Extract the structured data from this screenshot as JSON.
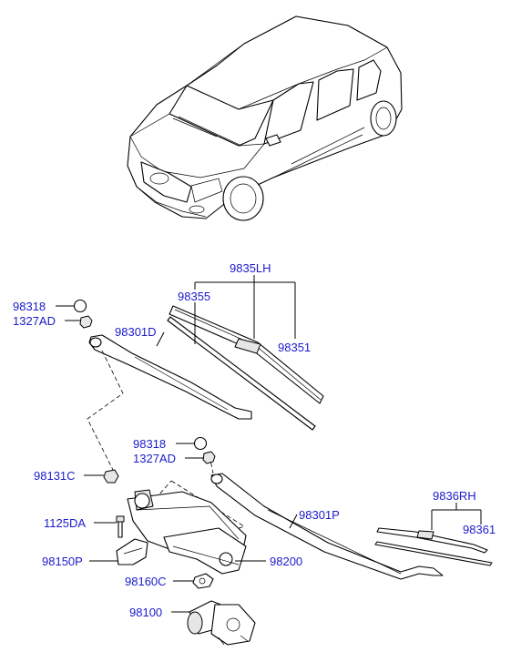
{
  "labels": {
    "l9835lh": "9835LH",
    "l98355": "98355",
    "l98351": "98351",
    "l98318a": "98318",
    "l1327ada": "1327AD",
    "l98301d": "98301D",
    "l98318b": "98318",
    "l1327adb": "1327AD",
    "l98131c": "98131C",
    "l1125da": "1125DA",
    "l98150p": "98150P",
    "l98160c": "98160C",
    "l98200": "98200",
    "l98100": "98100",
    "l98301p": "98301P",
    "l9836rh": "9836RH",
    "l98361": "98361"
  },
  "colors": {
    "label": "#1a1acc",
    "line": "#000000",
    "background": "#ffffff"
  }
}
